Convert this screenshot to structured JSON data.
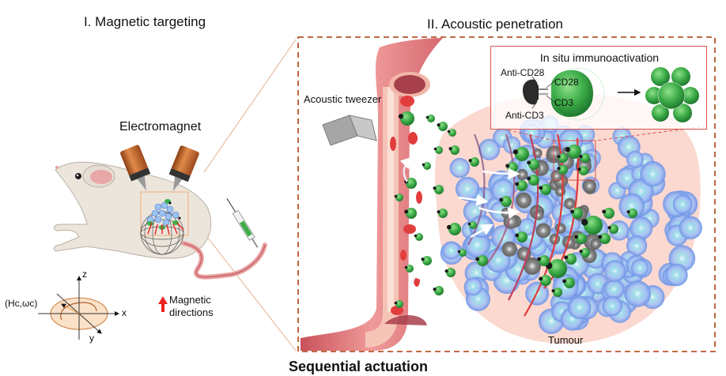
{
  "panels": {
    "magnetic_targeting": {
      "title": "I. Magnetic targeting",
      "electromagnet_label": "Electromagnet",
      "axes": {
        "x_label": "x",
        "y_label": "y",
        "z_label": "z",
        "field_label": "(Hc,ωc)"
      },
      "legend": {
        "arrow_label_line1": "Magnetic",
        "arrow_label_line2": "directions",
        "arrow_color": "#e8231f"
      }
    },
    "acoustic_penetration": {
      "title": "II. Acoustic penetration",
      "device_label": "Acoustic tweezer",
      "tumour_label": "Tumour",
      "inset": {
        "title": "In situ immunoactivation",
        "anti_cd28": "Anti-CD28",
        "anti_cd3": "Anti-CD3",
        "cd28": "CD28",
        "cd3": "CD3"
      }
    }
  },
  "footer": {
    "caption": "Sequential actuation"
  },
  "colors": {
    "dashed_frame": "#b8562a",
    "inset_border": "#d9534f",
    "vessel": "#e07a7a",
    "tcell": "#3fae4a",
    "tumour_cell": "#7fa6e8",
    "tumour_bg": "#fbd9d0",
    "coil": "#c8662a"
  }
}
